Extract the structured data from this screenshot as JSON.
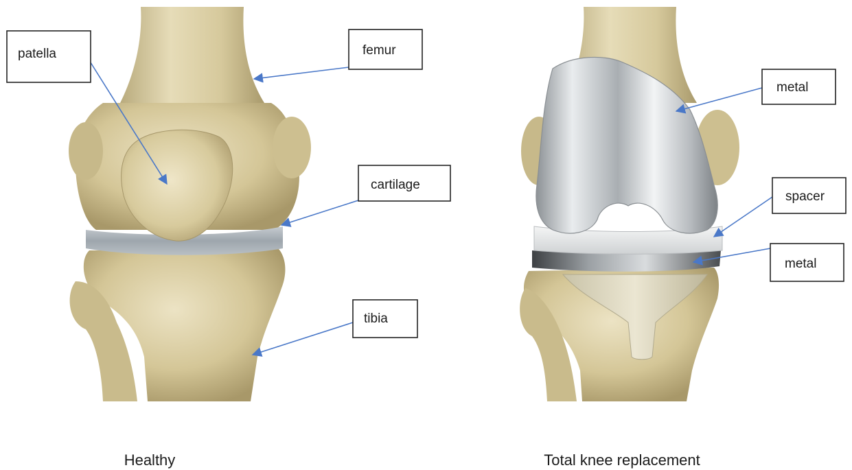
{
  "healthy": {
    "caption": "Healthy",
    "labels": {
      "patella": "patella",
      "femur": "femur",
      "cartilage": "cartilage",
      "tibia": "tibia"
    }
  },
  "replacement": {
    "caption": "Total knee replacement",
    "labels": {
      "metal_top": "metal",
      "spacer": "spacer",
      "metal_bottom": "metal"
    }
  },
  "colors": {
    "bone": "#d8cba0",
    "cartilage": "#a9b1b7",
    "metal": "#cfd3d6",
    "arrow": "#4a78c8"
  }
}
